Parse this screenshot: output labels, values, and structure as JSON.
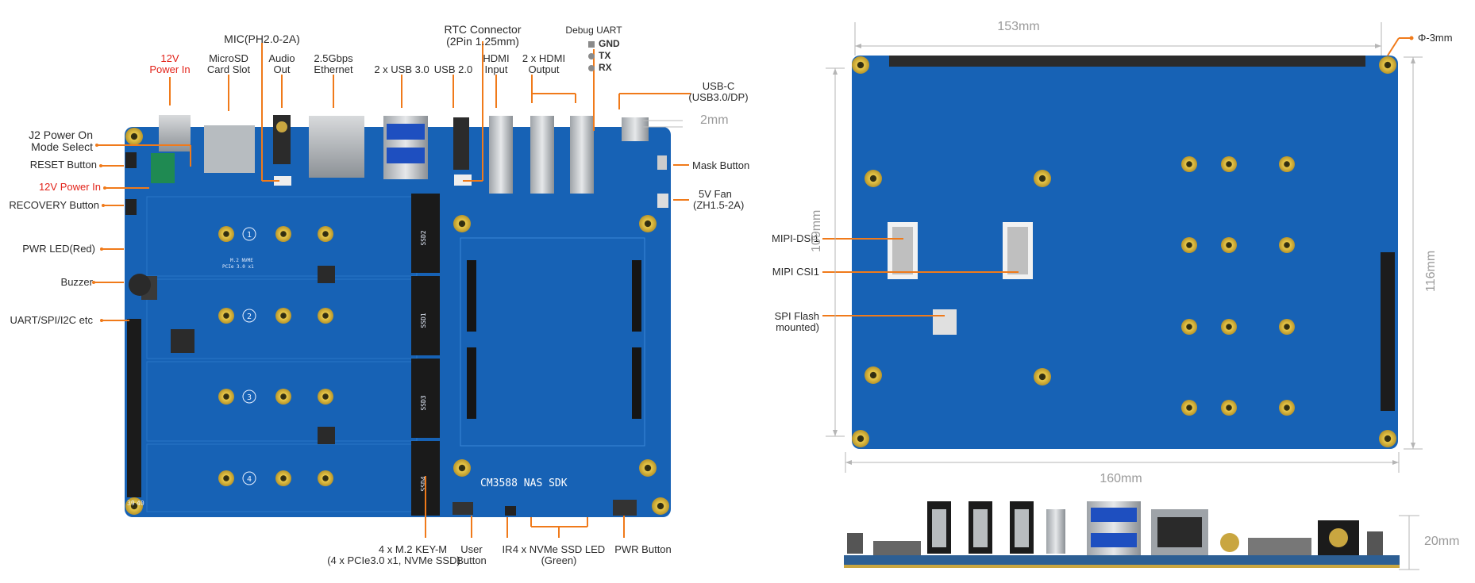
{
  "labels": {
    "mic": "MIC(PH2.0-2A)",
    "rtc_connector_1": "RTC Connector",
    "rtc_connector_2": "(2Pin 1.25mm)",
    "debug_uart": "Debug UART",
    "debug_gnd": "GND",
    "debug_tx": "TX",
    "debug_rx": "RX",
    "power_in_top_1": "12V",
    "power_in_top_2": "Power In",
    "microsd_1": "MicroSD",
    "microsd_2": "Card Slot",
    "audio_out_1": "Audio",
    "audio_out_2": "Out",
    "ethernet_1": "2.5Gbps",
    "ethernet_2": "Ethernet",
    "usb3": "2 x USB 3.0",
    "usb2": "USB 2.0",
    "hdmi_in_1": "HDMI",
    "hdmi_in_2": "Input",
    "hdmi_out_1": "2 x HDMI",
    "hdmi_out_2": "Output",
    "usbc_1": "USB-C",
    "usbc_2": "(USB3.0/DP)",
    "j2_power_1": "J2 Power On",
    "j2_power_2": "Mode Select",
    "reset_button": "RESET Button",
    "power_in_left": "12V Power In",
    "recovery_button": "RECOVERY Button",
    "pwr_led": "PWR LED(Red)",
    "buzzer": "Buzzer",
    "gpio": "UART/SPI/I2C etc",
    "mask_button": "Mask Button",
    "fan_1": "5V Fan",
    "fan_2": "(ZH1.5-2A)",
    "m2_1": "4 x M.2 KEY-M",
    "m2_2": "(4 x PCIe3.0 x1, NVMe SSD)",
    "user_button_1": "User",
    "user_button_2": "Button",
    "ir": "IR",
    "ssd_led_1": "4 x NVMe SSD LED",
    "ssd_led_2": "(Green)",
    "pwr_button": "PWR Button",
    "mipi_dsi": "MIPI-DSI1",
    "mipi_csi": "MIPI CSI1",
    "spi_flash_1": "SPI Flash",
    "spi_flash_2": "mounted)"
  },
  "dimensions": {
    "width_top": "153mm",
    "width_bottom": "160mm",
    "height_left": "109mm",
    "height_right": "116mm",
    "hole": "Φ-3mm",
    "connector_offset": "2mm",
    "side_height": "20mm"
  },
  "board_silk": {
    "sdk_name": "CM3588 NAS SDK",
    "slot_1": "1",
    "slot_2": "2",
    "slot_3": "3",
    "slot_4": "4",
    "m2_caption": "M.2 NVME",
    "pcie_caption": "PCIe 3.0 x1",
    "header_pin_39": "39",
    "header_pin_40": "40"
  },
  "colors": {
    "pcb": "#1762b5",
    "pcb_dark": "#0f4f96",
    "annotation_line": "#f07a1a",
    "red_label": "#e2231a",
    "pad_gold": "#d7b431",
    "dimension_gray": "#9a9a9a"
  }
}
